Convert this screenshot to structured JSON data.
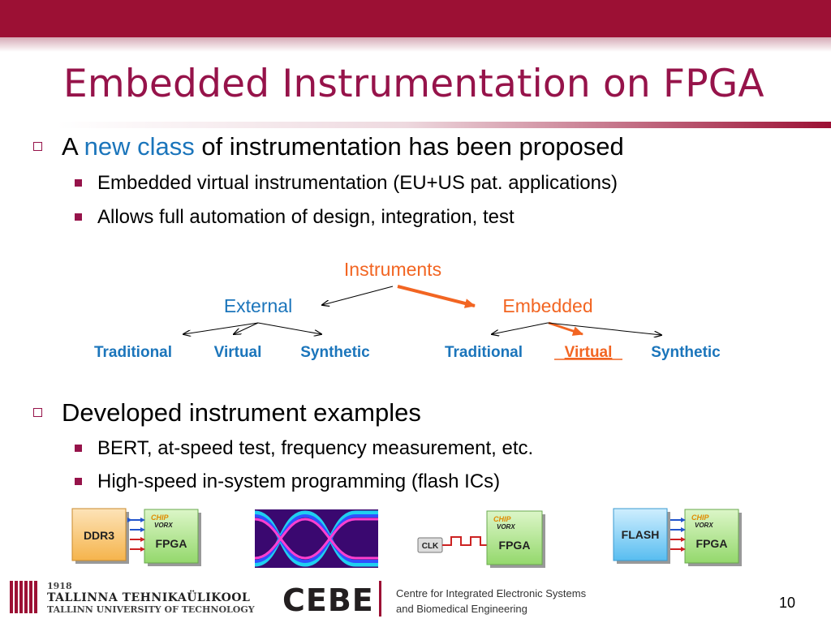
{
  "slide": {
    "title": "Embedded Instrumentation on FPGA",
    "page_number": "10"
  },
  "bullets": [
    {
      "parts": [
        "A ",
        "new class",
        " of instrumentation has been proposed"
      ],
      "sub": [
        "Embedded virtual instrumentation (EU+US pat. applications)",
        "Allows full automation of design, integration, test"
      ]
    },
    {
      "text": "Developed instrument examples",
      "sub": [
        "BERT, at-speed test, frequency measurement, etc.",
        "High-speed in-system programming (flash ICs)"
      ]
    }
  ],
  "tree": {
    "root": "Instruments",
    "external": "External",
    "embedded": "Embedded",
    "external_children": [
      "Traditional",
      "Virtual",
      "Synthetic"
    ],
    "embedded_children": [
      "Traditional",
      "Virtual",
      "Synthetic"
    ]
  },
  "figures": {
    "ddr3": "DDR3",
    "fpga": "FPGA",
    "clk": "CLK",
    "flash": "FLASH",
    "chip_brand_top": "CHIP",
    "chip_brand_bottom": "VORX"
  },
  "footer": {
    "ttu_year": "1918",
    "ttu_name_et": "TALLINNA TEHNIKAÜLIKOOL",
    "ttu_name_en": "TALLINN UNIVERSITY OF TECHNOLOGY",
    "cebe_mark": "CEBE",
    "cebe_line1": "Centre for Integrated Electronic Systems",
    "cebe_line2": "and Biomedical Engineering"
  },
  "colors": {
    "brand": "#9c1034",
    "title": "#96134a",
    "accent_blue": "#1b75bb",
    "highlight_orange": "#f26522"
  }
}
